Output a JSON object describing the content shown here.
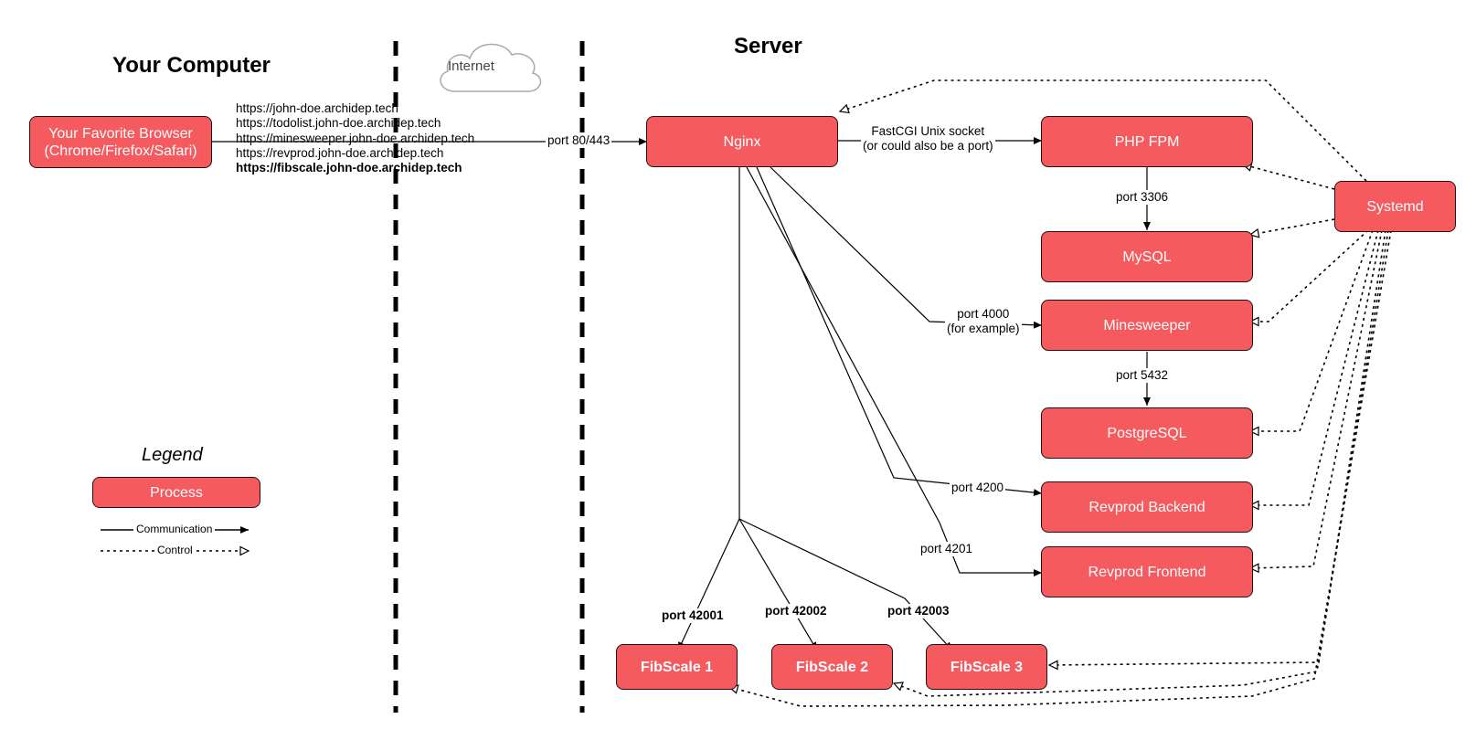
{
  "headings": {
    "your_computer": "Your Computer",
    "server": "Server"
  },
  "cloud": {
    "label": "Internet"
  },
  "browser": {
    "label_line1": "Your Favorite Browser",
    "label_line2": "(Chrome/Firefox/Safari)"
  },
  "urls": [
    "https://john-doe.archidep.tech",
    "https://todolist.john-doe.archidep.tech",
    "https://minesweeper.john-doe.archidep.tech",
    "https://revprod.john-doe.archidep.tech",
    "https://fibscale.john-doe.archidep.tech"
  ],
  "processes": {
    "nginx": "Nginx",
    "php_fpm": "PHP FPM",
    "mysql": "MySQL",
    "minesweeper": "Minesweeper",
    "postgresql": "PostgreSQL",
    "revprod_backend": "Revprod Backend",
    "revprod_frontend": "Revprod Frontend",
    "systemd": "Systemd",
    "fibscale_1": "FibScale 1",
    "fibscale_2": "FibScale 2",
    "fibscale_3": "FibScale 3"
  },
  "connections": {
    "browser_nginx": "port 80/443",
    "fastcgi_line1": "FastCGI Unix socket",
    "fastcgi_line2": "(or could also be a port)",
    "php_mysql": "port 3306",
    "minesweeper_line1": "port 4000",
    "minesweeper_line2": "(for example)",
    "minesweeper_postgres": "port 5432",
    "revprod_backend": "port 4200",
    "revprod_frontend": "port 4201",
    "fibscale_1": "port 42001",
    "fibscale_2": "port 42002",
    "fibscale_3": "port 42003"
  },
  "legend": {
    "title": "Legend",
    "process": "Process",
    "communication": "Communication",
    "control": "Control"
  },
  "colors": {
    "process_fill": "#f55a5f",
    "process_border": "#2a0d0d"
  }
}
